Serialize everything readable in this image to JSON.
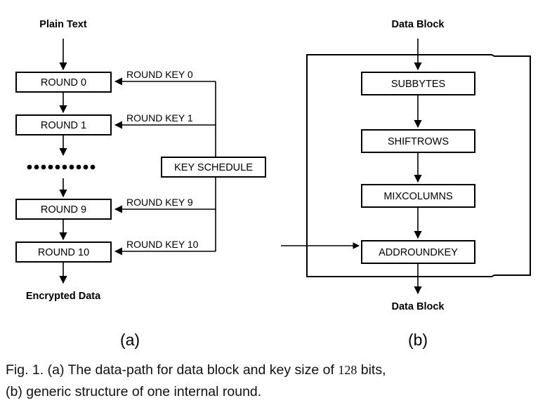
{
  "figure": {
    "panel_a": {
      "letter": "(a)",
      "input_label": "Plain Text",
      "output_label": "Encrypted Data",
      "rounds": [
        {
          "label": "ROUND 0"
        },
        {
          "label": "ROUND 1"
        },
        {
          "label": "ROUND 9"
        },
        {
          "label": "ROUND 10"
        }
      ],
      "ellipsis_dots": 10,
      "key_schedule_label": "KEY SCHEDULE",
      "round_keys": [
        {
          "label": "ROUND KEY 0"
        },
        {
          "label": "ROUND KEY 1"
        },
        {
          "label": "ROUND KEY 9"
        },
        {
          "label": "ROUND KEY 10"
        }
      ]
    },
    "panel_b": {
      "letter": "(b)",
      "input_label": "Data Block",
      "output_label": "Data Block",
      "stages": [
        {
          "label": "SUBBYTES"
        },
        {
          "label": "SHIFTROWS"
        },
        {
          "label": "MIXCOLUMNS"
        },
        {
          "label": "ADDROUNDKEY"
        }
      ]
    }
  },
  "caption": {
    "line1_pre": "Fig. 1. (a) The data-path for data block and key size of ",
    "line1_num": "128",
    "line1_post": " bits,",
    "line2": "(b) generic structure of one internal round."
  },
  "colors": {
    "stroke": "#000000",
    "background": "#ffffff",
    "text": "#000000"
  }
}
